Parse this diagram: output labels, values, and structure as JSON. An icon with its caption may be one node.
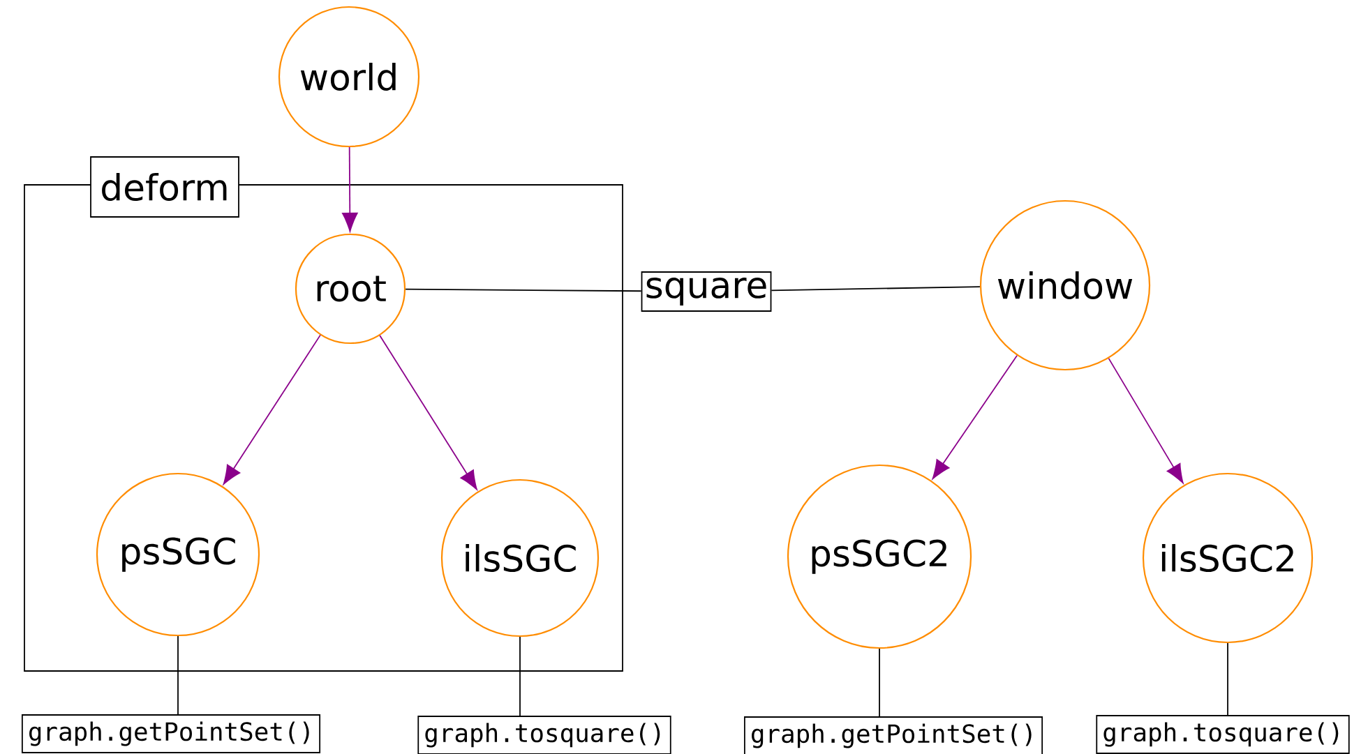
{
  "diagram": {
    "nodes": [
      {
        "text": [
          "world"
        ]
      },
      {
        "text": [
          "deform"
        ]
      },
      {
        "text": [
          "root"
        ],
        "in": 1
      },
      {
        "text": [
          "psSGC"
        ],
        "in": 1
      },
      {
        "text": [
          "ilsSGC"
        ],
        "in": 1
      },
      {
        "text": [
          "square"
        ]
      },
      {
        "text": [
          "window"
        ]
      },
      {
        "text": [
          "psSGC2"
        ]
      },
      {
        "text": [
          "ilsSGC2"
        ]
      },
      {
        "text": [
          "graph.getPointSet()"
        ]
      },
      {
        "text": [
          "graph.tosquare()"
        ]
      },
      {
        "text": [
          "graph.getPointSet()"
        ]
      },
      {
        "text": [
          "graph.tosquare()"
        ]
      }
    ],
    "edges": [
      {
        "from": 0,
        "to": 2,
        "arrow": "to",
        "color": "#8b008b"
      },
      {
        "from": 2,
        "to": 3,
        "arrow": "to",
        "color": "#8b008b"
      },
      {
        "from": 2,
        "to": 4,
        "arrow": "to",
        "color": "#8b008b"
      },
      {
        "from": 2,
        "to": 5,
        "arrow": "none"
      },
      {
        "from": 5,
        "to": 6,
        "arrow": "none"
      },
      {
        "from": 6,
        "to": 7,
        "arrow": "to",
        "color": "#8b008b"
      },
      {
        "from": 6,
        "to": 8,
        "arrow": "to",
        "color": "#8b008b"
      },
      {
        "from": 3,
        "to": 9,
        "arrow": "none"
      },
      {
        "from": 4,
        "to": 10,
        "arrow": "none"
      },
      {
        "from": 7,
        "to": 11,
        "arrow": "none"
      },
      {
        "from": 8,
        "to": 12,
        "arrow": "none"
      }
    ]
  }
}
